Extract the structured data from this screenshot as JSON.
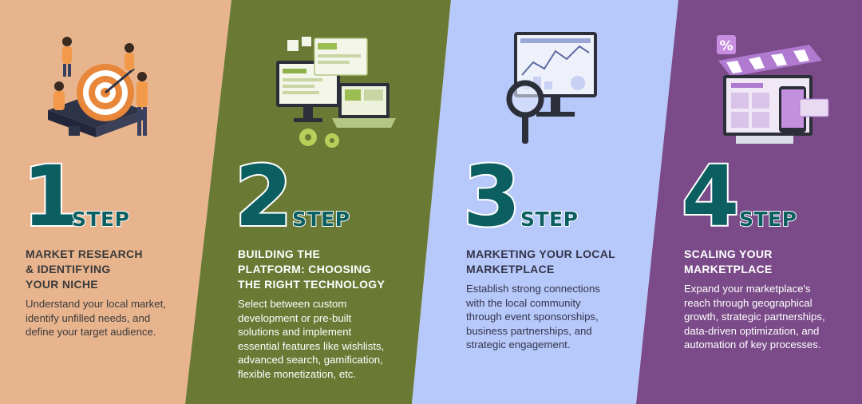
{
  "colors": {
    "panel_1": "#e8b48e",
    "panel_2": "#6a7a35",
    "panel_3": "#b7c8fb",
    "panel_4": "#7a4b88",
    "step_teal": "#0b5f61"
  },
  "steps": [
    {
      "number": "1",
      "step_word": "STEP",
      "title": "MARKET RESEARCH\n& IDENTIFYING\nYOUR NICHE",
      "description": "Understand your local market,\nidentify unfilled needs, and\ndefine your target audience.",
      "illustration": "target-research-illustration"
    },
    {
      "number": "2",
      "step_word": "STEP",
      "title": "BUILDING THE\nPLATFORM: CHOOSING\nTHE RIGHT TECHNOLOGY",
      "description": "Select between custom\ndevelopment or pre-built\nsolutions and implement\nessential features like wishlists,\nadvanced search, gamification,\nflexible monetization, etc.",
      "illustration": "computer-laptop-gears-illustration"
    },
    {
      "number": "3",
      "step_word": "STEP",
      "title": "MARKETING YOUR LOCAL\nMARKETPLACE",
      "description": "Establish strong connections\nwith the local community\nthrough event sponsorships,\nbusiness partnerships, and\nstrategic engagement.",
      "illustration": "analytics-magnifier-illustration"
    },
    {
      "number": "4",
      "step_word": "STEP",
      "title": "SCALING YOUR\nMARKETPLACE",
      "description": "Expand your marketplace's\nreach through geographical\ngrowth, strategic partnerships,\ndata-driven optimization, and\nautomation of key processes.",
      "illustration": "ecommerce-store-illustration",
      "badge": "%"
    }
  ]
}
